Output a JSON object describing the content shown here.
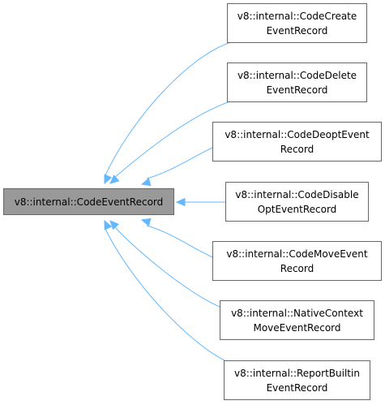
{
  "base_class": {
    "label": "v8::internal::CodeEventRecord"
  },
  "derived_classes": [
    {
      "id": "code-create-event-record",
      "line1": "v8::internal::CodeCreate",
      "line2": "EventRecord"
    },
    {
      "id": "code-delete-event-record",
      "line1": "v8::internal::CodeDelete",
      "line2": "EventRecord"
    },
    {
      "id": "code-deopt-event-record",
      "line1": "v8::internal::CodeDeoptEvent",
      "line2": "Record"
    },
    {
      "id": "code-disable-opt-event-record",
      "line1": "v8::internal::CodeDisable",
      "line2": "OptEventRecord"
    },
    {
      "id": "code-move-event-record",
      "line1": "v8::internal::CodeMoveEvent",
      "line2": "Record"
    },
    {
      "id": "native-context-move-event-record",
      "line1": "v8::internal::NativeContext",
      "line2": "MoveEventRecord"
    },
    {
      "id": "report-builtin-event-record",
      "line1": "v8::internal::ReportBuiltin",
      "line2": "EventRecord"
    }
  ],
  "colors": {
    "edge": "#63b8ff",
    "base_fill": "#999999",
    "node_border": "#666666"
  }
}
